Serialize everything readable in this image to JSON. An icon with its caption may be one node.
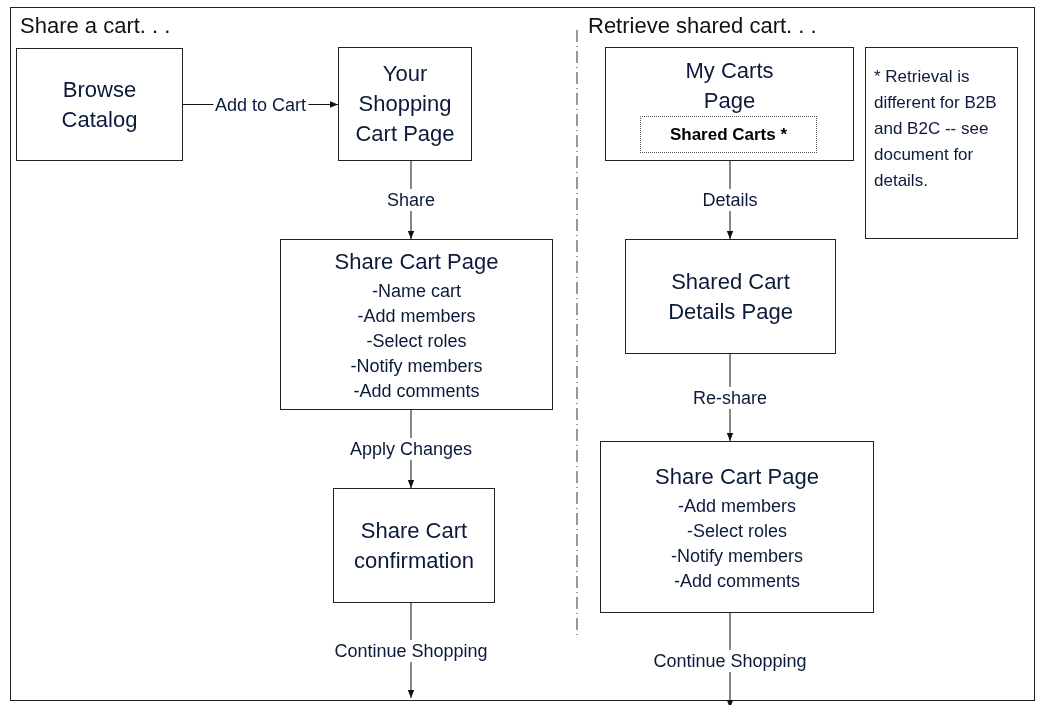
{
  "diagram": {
    "nodes": [
      {
        "text": [
          "Browse Catalog"
        ]
      },
      {
        "text": [
          "Your Shopping Cart Page"
        ]
      },
      {
        "text": [
          "Share Cart Page",
          "-Name cart",
          "-Add members",
          "-Select roles",
          "-Notify members",
          "-Add comments"
        ]
      },
      {
        "text": [
          "Share Cart confirmation"
        ]
      },
      {
        "text": [
          "My Carts Page"
        ]
      },
      {
        "text": [
          "Shared Carts *"
        ],
        "in": 4
      },
      {
        "text": [
          "* Retrieval is different for B2B and B2C -- see document for details."
        ]
      },
      {
        "text": [
          "Shared Cart Details Page"
        ]
      },
      {
        "text": [
          "Share Cart Page",
          "-Add members",
          "-Select roles",
          "-Notify members",
          "-Add comments"
        ]
      }
    ],
    "edges": [
      {
        "from": 0,
        "to": 1,
        "arrow": "to",
        "label": "Add to Cart"
      },
      {
        "from": 1,
        "to": 2,
        "arrow": "to",
        "label": "Share"
      },
      {
        "from": 2,
        "to": 3,
        "arrow": "to",
        "label": "Apply Changes"
      },
      {
        "from": 3,
        "to": null,
        "arrow": "to",
        "label": "Continue Shopping"
      },
      {
        "from": 4,
        "to": 7,
        "arrow": "to",
        "label": "Details"
      },
      {
        "from": 7,
        "to": 8,
        "arrow": "to",
        "label": "Re-share"
      },
      {
        "from": 8,
        "to": null,
        "arrow": "to",
        "label": "Continue Shopping"
      }
    ],
    "labels": [
      "Share a cart. . .",
      "Retrieve shared cart. . ."
    ]
  }
}
